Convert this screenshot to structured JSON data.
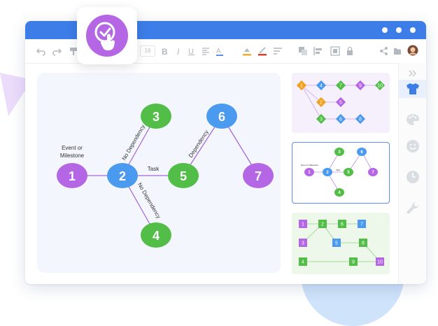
{
  "app": {
    "icon": "touch-check-icon",
    "accent": "#3d7de8"
  },
  "toolbar": {
    "font_size": "16",
    "icons": [
      "undo-icon",
      "redo-icon",
      "format-painter-icon",
      "bold-icon",
      "italic-icon",
      "underline-icon",
      "align-icon",
      "font-color-icon",
      "fill-color-icon",
      "line-color-icon",
      "line-style-icon",
      "arrange-icon",
      "align-objects-icon",
      "group-icon",
      "lock-icon",
      "share-icon",
      "folder-icon",
      "avatar"
    ]
  },
  "diagram": {
    "nodes": [
      {
        "id": "n1",
        "label": "1",
        "color": "#b566e4"
      },
      {
        "id": "n2",
        "label": "2",
        "color": "#4a9af0"
      },
      {
        "id": "n3",
        "label": "3",
        "color": "#52be48"
      },
      {
        "id": "n4",
        "label": "4",
        "color": "#52be48"
      },
      {
        "id": "n5",
        "label": "5",
        "color": "#52be48"
      },
      {
        "id": "n6",
        "label": "6",
        "color": "#4a9af0"
      },
      {
        "id": "n7",
        "label": "7",
        "color": "#b566e4"
      }
    ],
    "labels": {
      "event_line1": "Event or",
      "event_line2": "Milestone",
      "task": "Task",
      "no_dep_top": "No Dependency",
      "no_dep_bottom": "No Dependency",
      "dependency": "Dependency"
    }
  },
  "thumbnails": {
    "t1": {
      "nodes": [
        "1",
        "2",
        "3",
        "4",
        "5",
        "6",
        "7",
        "8",
        "9",
        "10"
      ]
    },
    "t2": {
      "nodes": [
        "1",
        "2",
        "3",
        "4",
        "5",
        "6",
        "7"
      ],
      "labels": {
        "event": "Event or Milestone",
        "task": "Task"
      }
    },
    "t3": {
      "nodes": [
        "1",
        "2",
        "3",
        "4",
        "5",
        "6",
        "7",
        "8",
        "9",
        "10"
      ]
    }
  },
  "right_panel": {
    "items": [
      {
        "name": "collapse-icon"
      },
      {
        "name": "theme-shirt-icon",
        "active": true
      },
      {
        "name": "palette-icon"
      },
      {
        "name": "emoji-icon"
      },
      {
        "name": "history-clock-icon"
      },
      {
        "name": "settings-wrench-icon"
      }
    ]
  }
}
